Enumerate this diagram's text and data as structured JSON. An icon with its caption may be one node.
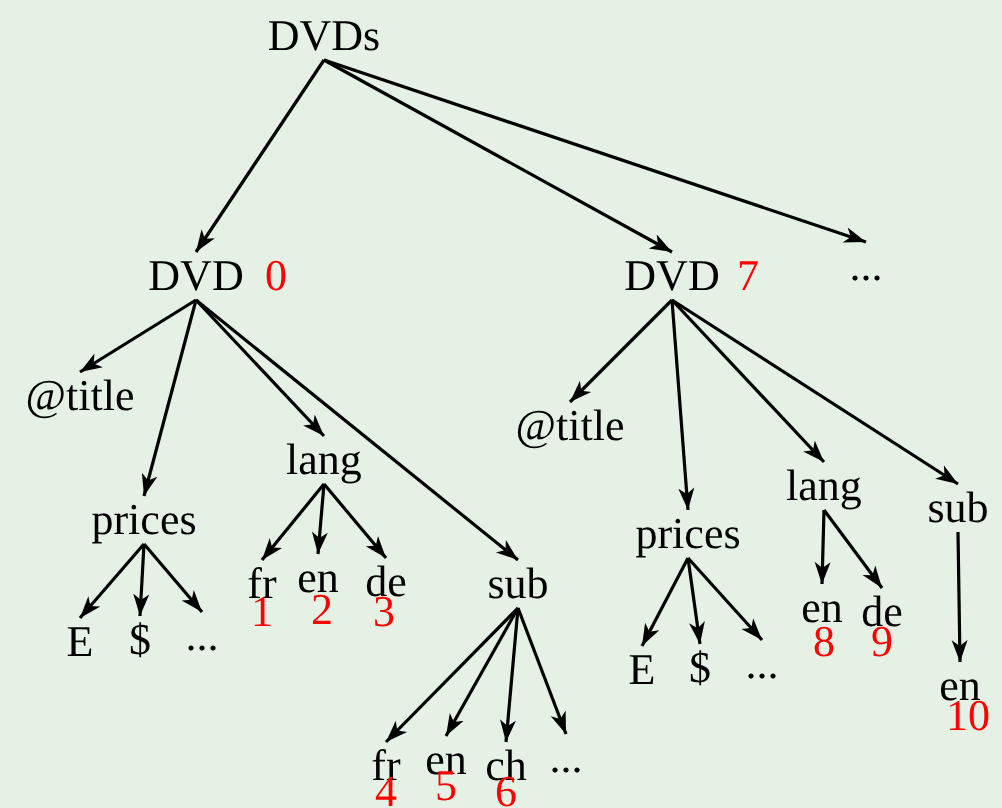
{
  "diagram": {
    "nodes": [
      {
        "text": [
          "DVDs"
        ]
      },
      {
        "text": [
          "DVD"
        ],
        "beside": [
          "0"
        ]
      },
      {
        "text": [
          "DVD"
        ],
        "beside": [
          "7"
        ]
      },
      {
        "text": [
          "..."
        ]
      },
      {
        "text": [
          "@title"
        ]
      },
      {
        "text": [
          "prices"
        ]
      },
      {
        "text": [
          "lang"
        ]
      },
      {
        "text": [
          "sub"
        ]
      },
      {
        "text": [
          "E"
        ]
      },
      {
        "text": [
          "$"
        ]
      },
      {
        "text": [
          "..."
        ]
      },
      {
        "text": [
          "fr"
        ],
        "beside": [
          "1"
        ]
      },
      {
        "text": [
          "en"
        ],
        "beside": [
          "2"
        ]
      },
      {
        "text": [
          "de"
        ],
        "beside": [
          "3"
        ]
      },
      {
        "text": [
          "fr"
        ],
        "beside": [
          "4"
        ]
      },
      {
        "text": [
          "en"
        ],
        "beside": [
          "5"
        ]
      },
      {
        "text": [
          "ch"
        ],
        "beside": [
          "6"
        ]
      },
      {
        "text": [
          "..."
        ]
      },
      {
        "text": [
          "@title"
        ]
      },
      {
        "text": [
          "prices"
        ]
      },
      {
        "text": [
          "lang"
        ]
      },
      {
        "text": [
          "sub"
        ]
      },
      {
        "text": [
          "E"
        ]
      },
      {
        "text": [
          "$"
        ]
      },
      {
        "text": [
          "..."
        ]
      },
      {
        "text": [
          "en"
        ],
        "beside": [
          "8"
        ]
      },
      {
        "text": [
          "de"
        ],
        "beside": [
          "9"
        ]
      },
      {
        "text": [
          "en"
        ],
        "beside": [
          "10"
        ]
      }
    ],
    "edges": [
      {
        "from": 0,
        "to": 1,
        "arrow": "to"
      },
      {
        "from": 0,
        "to": 2,
        "arrow": "to"
      },
      {
        "from": 0,
        "to": 3,
        "arrow": "to"
      },
      {
        "from": 1,
        "to": 4,
        "arrow": "to"
      },
      {
        "from": 1,
        "to": 5,
        "arrow": "to"
      },
      {
        "from": 1,
        "to": 6,
        "arrow": "to"
      },
      {
        "from": 1,
        "to": 7,
        "arrow": "to"
      },
      {
        "from": 5,
        "to": 8,
        "arrow": "to"
      },
      {
        "from": 5,
        "to": 9,
        "arrow": "to"
      },
      {
        "from": 5,
        "to": 10,
        "arrow": "to"
      },
      {
        "from": 6,
        "to": 11,
        "arrow": "to"
      },
      {
        "from": 6,
        "to": 12,
        "arrow": "to"
      },
      {
        "from": 6,
        "to": 13,
        "arrow": "to"
      },
      {
        "from": 7,
        "to": 14,
        "arrow": "to"
      },
      {
        "from": 7,
        "to": 15,
        "arrow": "to"
      },
      {
        "from": 7,
        "to": 16,
        "arrow": "to"
      },
      {
        "from": 7,
        "to": 17,
        "arrow": "to"
      },
      {
        "from": 2,
        "to": 18,
        "arrow": "to"
      },
      {
        "from": 2,
        "to": 19,
        "arrow": "to"
      },
      {
        "from": 2,
        "to": 20,
        "arrow": "to"
      },
      {
        "from": 2,
        "to": 21,
        "arrow": "to"
      },
      {
        "from": 19,
        "to": 22,
        "arrow": "to"
      },
      {
        "from": 19,
        "to": 23,
        "arrow": "to"
      },
      {
        "from": 19,
        "to": 24,
        "arrow": "to"
      },
      {
        "from": 20,
        "to": 25,
        "arrow": "to"
      },
      {
        "from": 20,
        "to": 26,
        "arrow": "to"
      },
      {
        "from": 21,
        "to": 27,
        "arrow": "to"
      }
    ]
  }
}
